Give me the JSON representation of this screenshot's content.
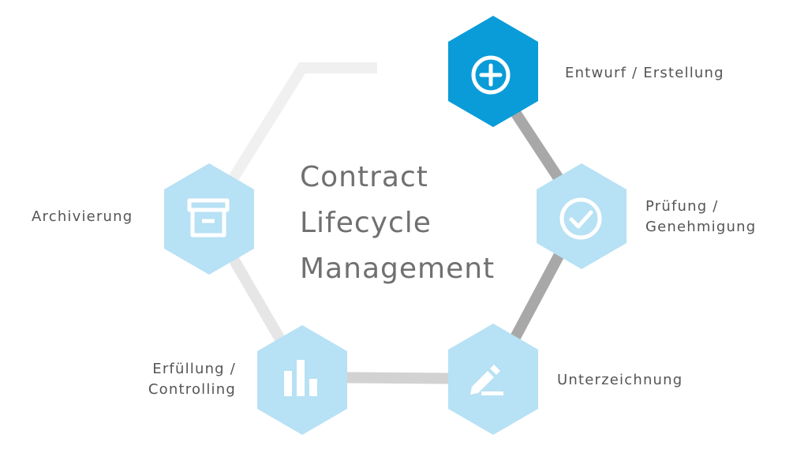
{
  "title_lines": [
    "Contract",
    "Lifecycle",
    "Management"
  ],
  "steps": [
    {
      "id": "design",
      "lines": [
        "Entwurf / Erstellung"
      ],
      "icon": "plus-circle-icon",
      "active": true
    },
    {
      "id": "review",
      "lines": [
        "Prüfung /",
        "Genehmigung"
      ],
      "icon": "check-circle-icon",
      "active": false
    },
    {
      "id": "sign",
      "lines": [
        "Unterzeichnung"
      ],
      "icon": "pencil-icon",
      "active": false
    },
    {
      "id": "fulfil",
      "lines": [
        "Erfüllung /",
        "Controlling"
      ],
      "icon": "bar-chart-icon",
      "active": false
    },
    {
      "id": "archive",
      "lines": [
        "Archivierung"
      ],
      "icon": "archive-box-icon",
      "active": false
    }
  ],
  "colors": {
    "active": "#0a9cd8",
    "inactive": "#b7e1f4",
    "connector_dark": "#a8a8a8",
    "connector_light": "#e0e0e0",
    "icon": "#ffffff",
    "text": "#555555",
    "title": "#707070"
  }
}
